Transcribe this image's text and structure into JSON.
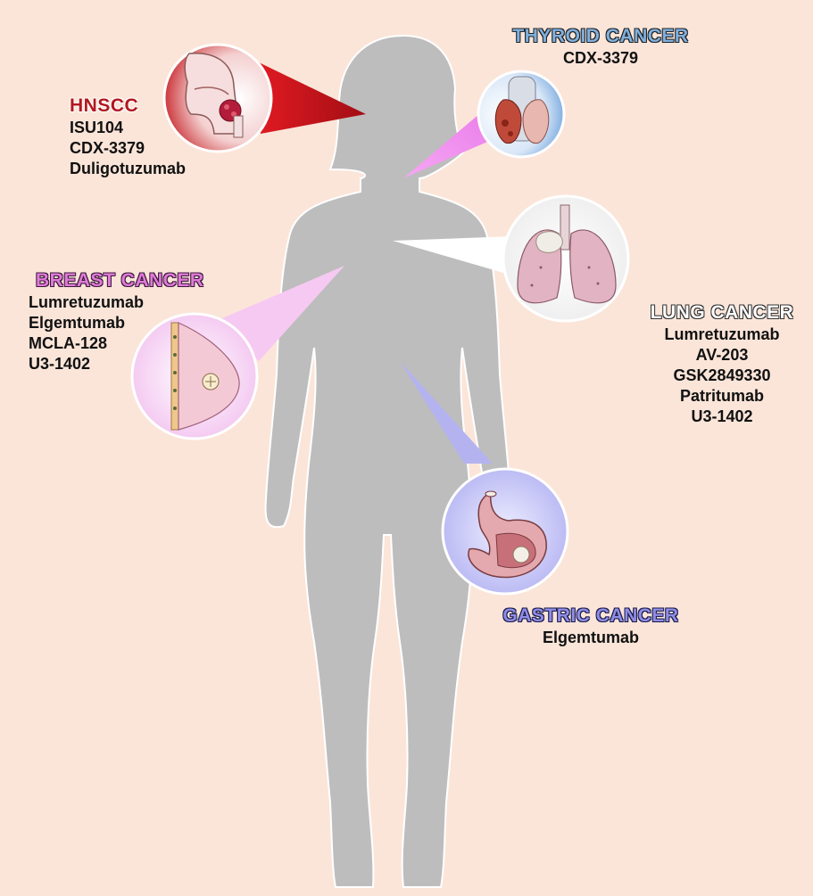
{
  "cancers": {
    "hnscc": {
      "title": "HNSCC",
      "drugs": [
        "ISU104",
        "CDX-3379",
        "Duligotuzumab"
      ]
    },
    "thyroid": {
      "title": "THYROID CANCER",
      "drugs": [
        "CDX-3379"
      ]
    },
    "breast": {
      "title": "BREAST CANCER",
      "drugs": [
        "Lumretuzumab",
        "Elgemtumab",
        "MCLA-128",
        "U3-1402"
      ]
    },
    "lung": {
      "title": "LUNG CANCER",
      "drugs": [
        "Lumretuzumab",
        "AV-203",
        "GSK2849330",
        "Patritumab",
        "U3-1402"
      ]
    },
    "gastric": {
      "title": "GASTRIC CANCER",
      "drugs": [
        "Elgemtumab"
      ]
    }
  },
  "colors": {
    "background": "#fbe5d9",
    "silhouette": "#bdbdbd",
    "hnscc": "#c4121a",
    "thyroid": "#6aa3dc",
    "breast": "#f0a6ee",
    "lung": "#ffffff",
    "gastric": "#9d9cf0"
  }
}
